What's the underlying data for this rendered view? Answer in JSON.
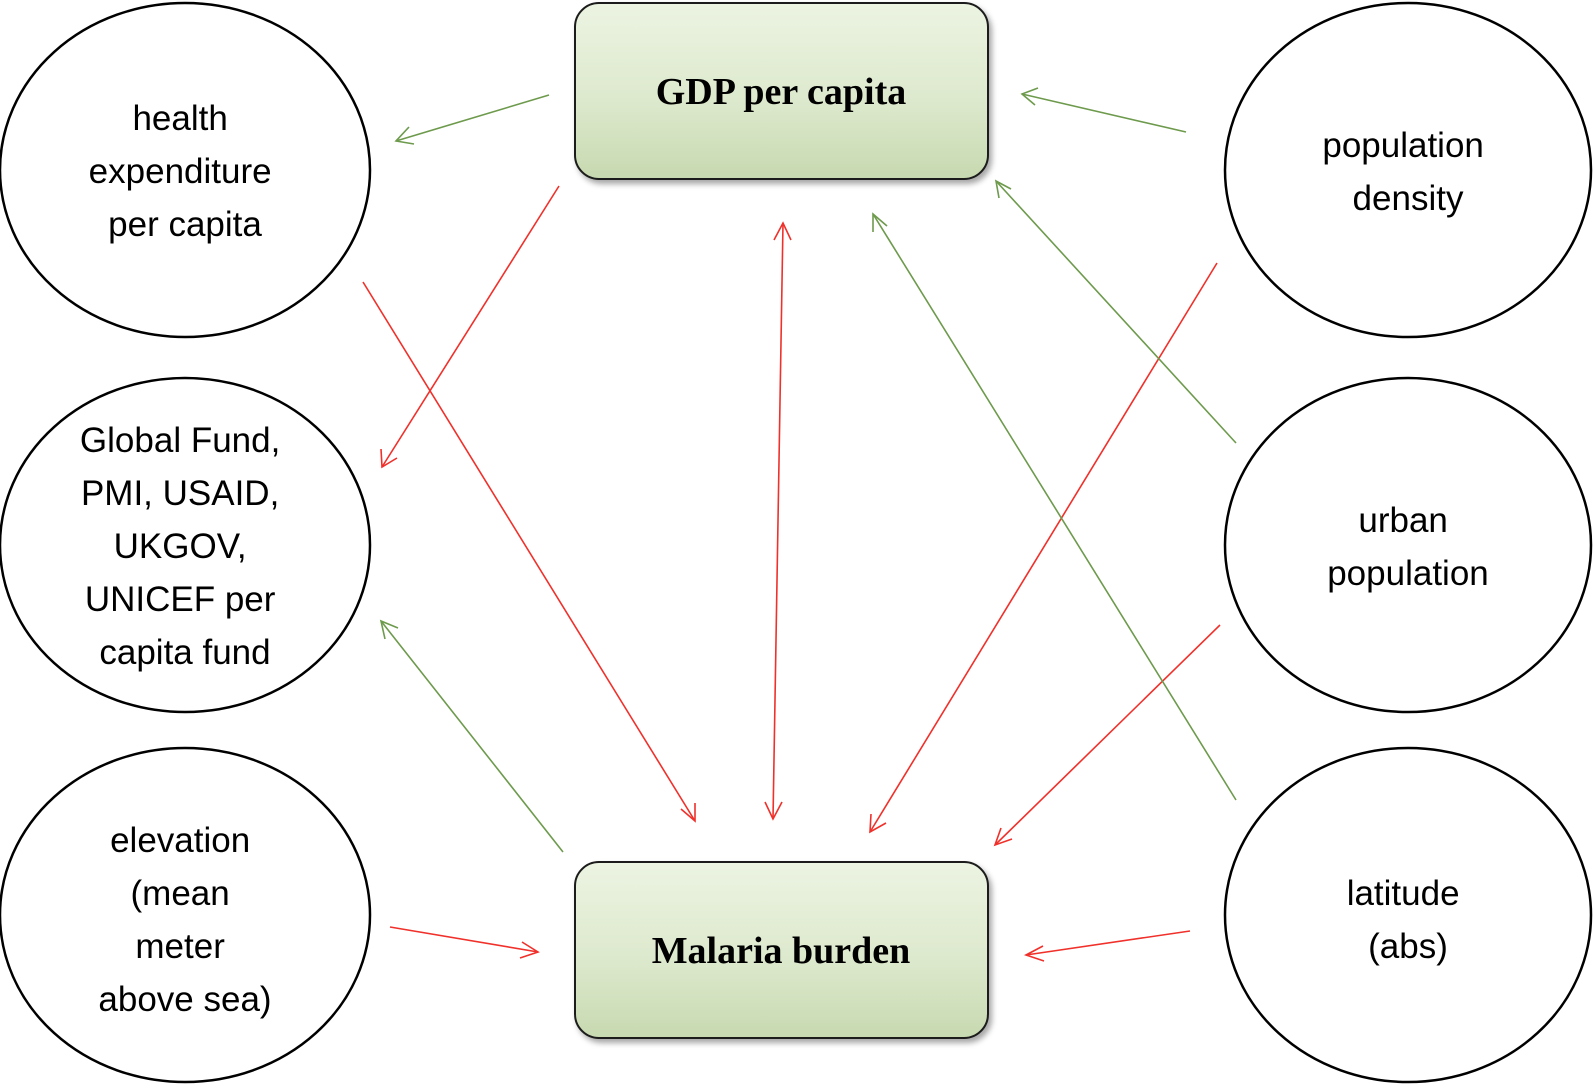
{
  "nodes": {
    "gdp": {
      "label": "GDP per capita",
      "shape": "box"
    },
    "malaria": {
      "label": "Malaria burden",
      "shape": "box"
    },
    "health": {
      "lines": [
        "health",
        "expenditure",
        "per capita"
      ],
      "shape": "circle"
    },
    "funds": {
      "lines": [
        "Global Fund,",
        "PMI, USAID,",
        "UKGOV,",
        "UNICEF per",
        "capita fund"
      ],
      "shape": "circle"
    },
    "elevation": {
      "lines": [
        "elevation",
        "(mean",
        "meter",
        "above sea)"
      ],
      "shape": "circle"
    },
    "popdensity": {
      "lines": [
        "population",
        "density"
      ],
      "shape": "circle"
    },
    "urban": {
      "lines": [
        "urban",
        "population"
      ],
      "shape": "circle"
    },
    "latitude": {
      "lines": [
        "latitude",
        "(abs)"
      ],
      "shape": "circle"
    }
  },
  "edges": [
    {
      "from": "gdp",
      "to": "health",
      "color": "green",
      "double": false
    },
    {
      "from": "gdp",
      "to": "funds",
      "color": "red",
      "double": false
    },
    {
      "from": "health",
      "to": "malaria",
      "color": "red",
      "double": false
    },
    {
      "from": "gdp",
      "to": "malaria",
      "color": "red",
      "double": true
    },
    {
      "from": "malaria",
      "to": "funds",
      "color": "green",
      "double": false
    },
    {
      "from": "elevation",
      "to": "malaria",
      "color": "red",
      "double": false
    },
    {
      "from": "popdensity",
      "to": "gdp",
      "color": "green",
      "double": false
    },
    {
      "from": "popdensity",
      "to": "malaria",
      "color": "red",
      "double": false
    },
    {
      "from": "urban",
      "to": "gdp",
      "color": "green",
      "double": false
    },
    {
      "from": "urban",
      "to": "malaria",
      "color": "red",
      "double": false
    },
    {
      "from": "latitude",
      "to": "gdp",
      "color": "green",
      "double": false
    },
    {
      "from": "latitude",
      "to": "malaria",
      "color": "red",
      "double": false
    }
  ],
  "colors": {
    "red": "#f0302a",
    "green": "#6d9a4c",
    "box_fill_light": "#e9f2de",
    "box_fill_dark": "#c9dbb3"
  }
}
